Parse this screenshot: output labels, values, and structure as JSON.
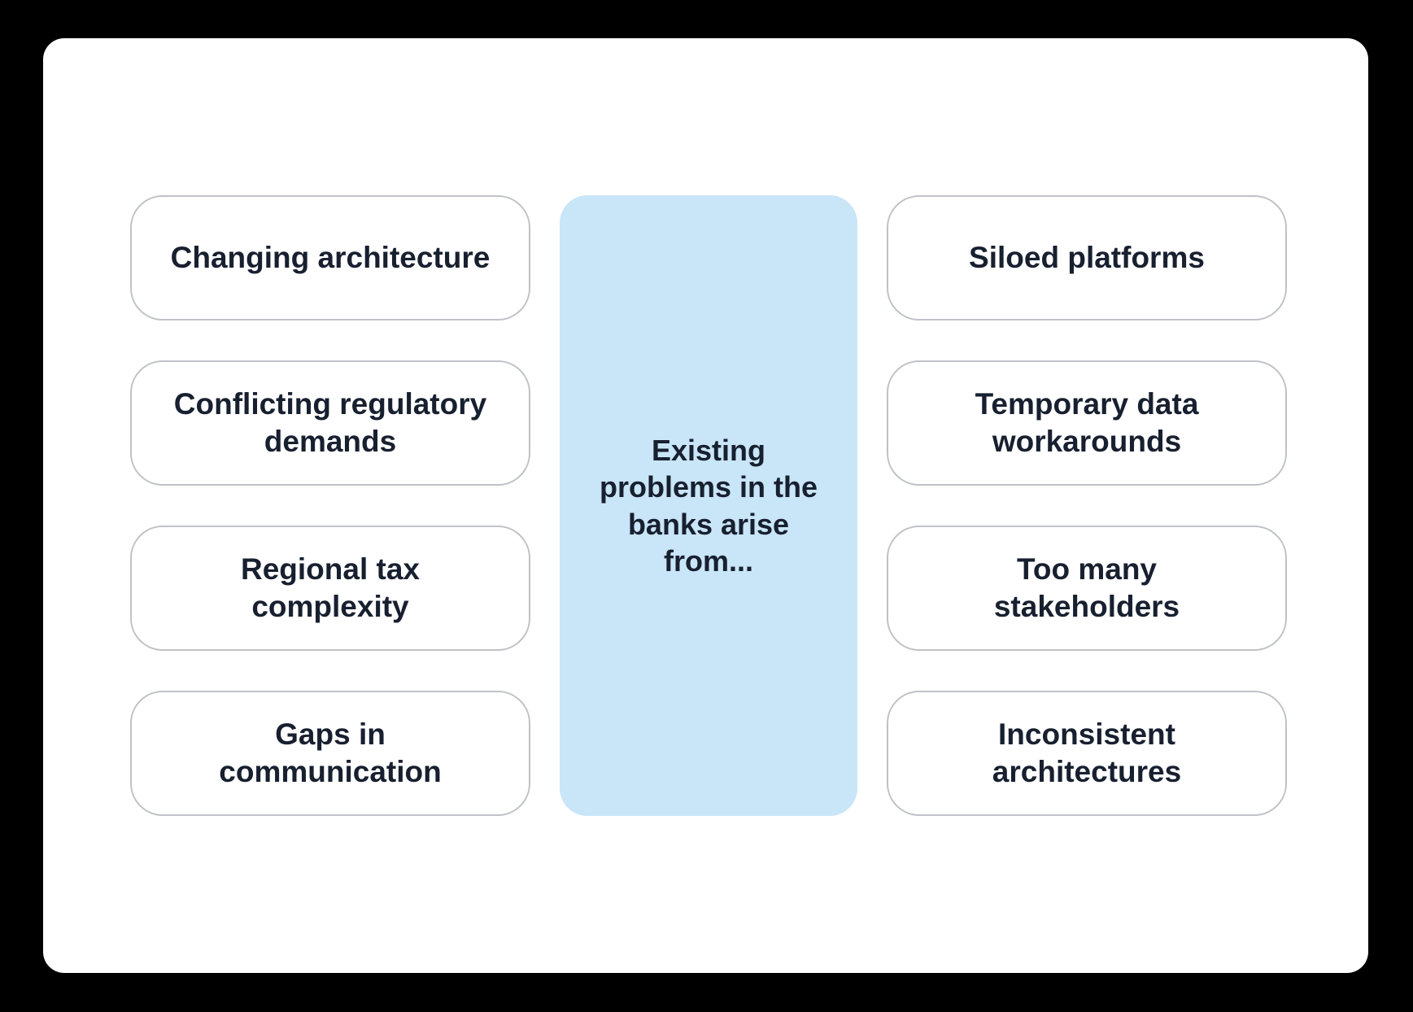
{
  "diagram": {
    "title": "Existing problems in the banks arise from...",
    "center": {
      "label": "Existing\nproblems in the\nbanks arise\nfrom..."
    },
    "left_column": {
      "items": [
        {
          "label": "Changing architecture"
        },
        {
          "label": "Conflicting regulatory\ndemands"
        },
        {
          "label": "Regional tax\ncomplexity"
        },
        {
          "label": "Gaps in\ncommunication"
        }
      ]
    },
    "right_column": {
      "items": [
        {
          "label": "Siloed platforms"
        },
        {
          "label": "Temporary data\nworkarounds"
        },
        {
          "label": "Too many\nstakeholders"
        },
        {
          "label": "Inconsistent\narchitectures"
        }
      ]
    }
  },
  "colors": {
    "page_background": "#000000",
    "card_background": "#ffffff",
    "box_border": "#bfc2c7",
    "center_box_background": "#c9e5f8",
    "text": "#182030"
  }
}
